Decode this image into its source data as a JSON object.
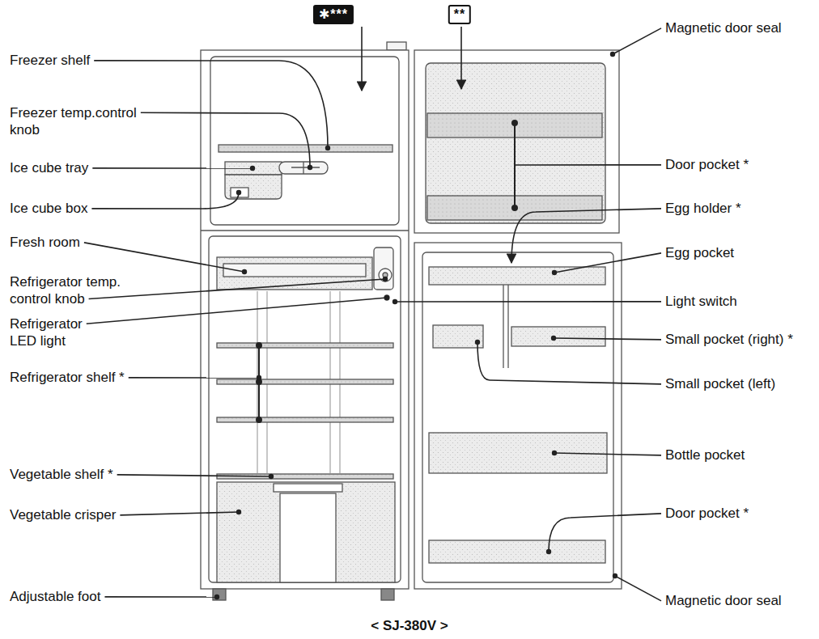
{
  "diagram": {
    "caption": "< SJ-380V >",
    "labels": [
      "✱***",
      "**",
      "Freezer shelf",
      "Freezer temp.control knob",
      "Ice cube tray",
      "Ice cube box",
      "Fresh room",
      "Refrigerator temp. control knob",
      "Refrigerator LED light",
      "Refrigerator shelf *",
      "Vegetable shelf *",
      "Vegetable crisper",
      "Adjustable foot",
      "Magnetic door seal",
      "Door pocket *",
      "Egg holder *",
      "Egg pocket",
      "Light switch",
      "Small pocket (right) *",
      "Small pocket (left)",
      "Bottle pocket",
      "Door pocket *",
      "Magnetic door seal"
    ]
  }
}
